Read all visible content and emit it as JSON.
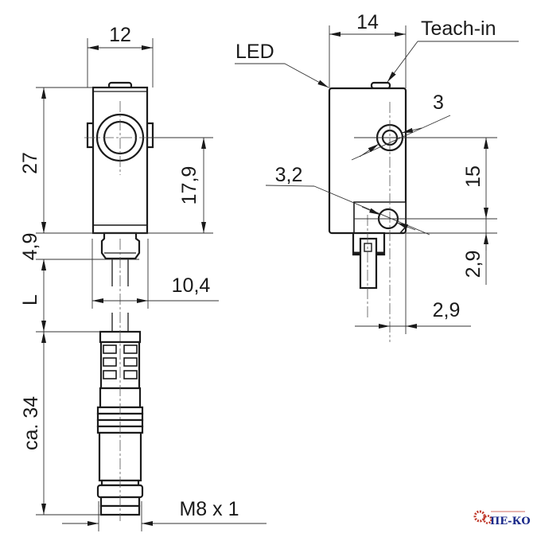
{
  "drawing": {
    "left_view": {
      "dim_width": "12",
      "dim_height": "27",
      "dim_lens_center": "17,9",
      "dim_connector": "4,9",
      "dim_cable": "L",
      "dim_connector_width": "10,4",
      "dim_plug_length": "ca. 34",
      "dim_thread": "M8 x 1"
    },
    "right_view": {
      "dim_width": "14",
      "label_led": "LED",
      "label_teach_in": "Teach-in",
      "dim_hole_small": "3",
      "dim_hole_large": "3,2",
      "dim_hole_spacing": "15",
      "dim_bottom_offset": "2,9",
      "dim_side_offset": "2,9"
    }
  },
  "logo": {
    "text": "ПЕ-КО",
    "color": "#1b2a8a",
    "gear_color": "#c0392b"
  }
}
